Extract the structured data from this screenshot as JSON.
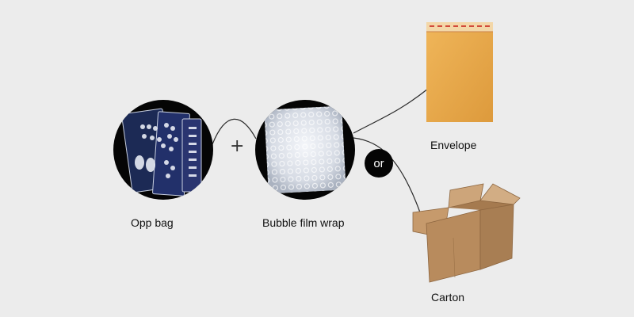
{
  "items": {
    "opp_bag": {
      "label": "Opp bag"
    },
    "bubble": {
      "label": "Bubble film wrap"
    },
    "envelope": {
      "label": "Envelope"
    },
    "carton": {
      "label": "Carton"
    }
  },
  "operators": {
    "plus": "+",
    "or": "or"
  },
  "colors": {
    "background": "#ececec",
    "circle": "#050505",
    "envelope": "#e6a84a",
    "carton": "#b98a5e",
    "connector": "#2a2a2a"
  }
}
